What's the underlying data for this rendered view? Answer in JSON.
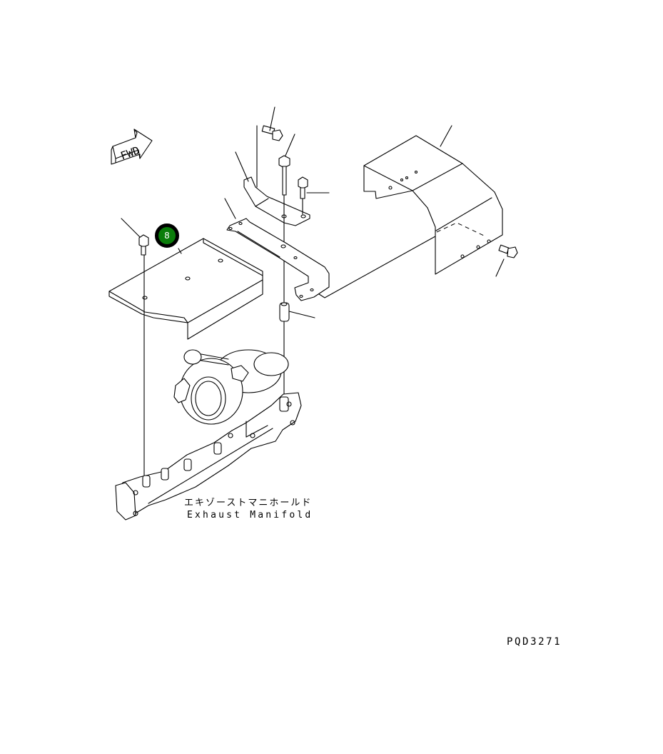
{
  "diagram": {
    "type": "exploded-parts-diagram",
    "subject": "Exhaust manifold / turbocharger heat cover mounting",
    "direction_marker": {
      "label": "FWD",
      "icon": "forward-arrow-icon"
    },
    "reference_part": {
      "label_jp": "エキゾーストマニホールド",
      "label_en": "Exhaust Manifold"
    },
    "drawing_number": "PQD3271",
    "callouts": [
      {
        "number": "8",
        "fill": "#0a7d0a",
        "border": "#000000",
        "target": "heat cover plate"
      }
    ],
    "parts": [
      {
        "name": "bolt",
        "position": "top, horizontal"
      },
      {
        "name": "bolt",
        "position": "top, long vertical"
      },
      {
        "name": "bolt",
        "position": "top-right of bracket"
      },
      {
        "name": "upper bracket"
      },
      {
        "name": "lower bracket"
      },
      {
        "name": "spacer"
      },
      {
        "name": "heat cover plate",
        "callout": "8"
      },
      {
        "name": "bolt",
        "position": "left of cover plate"
      },
      {
        "name": "turbo heat shield cover"
      },
      {
        "name": "bolt",
        "position": "right of shield cover"
      }
    ]
  },
  "colors": {
    "line": "#000000",
    "background": "#ffffff",
    "callout_fill": "#0a7d0a"
  }
}
